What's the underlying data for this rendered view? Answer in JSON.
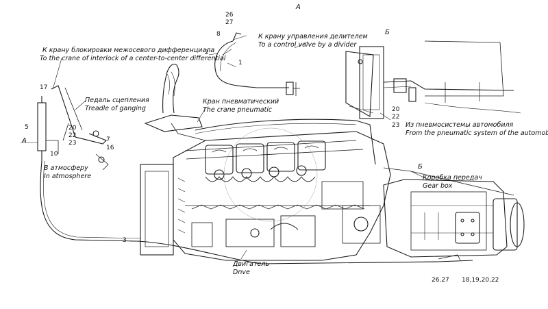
{
  "callouts": {
    "interlock_ru": "К крану блокировки межосевого дифференциала",
    "interlock_en": "To the crane of interlock of a center-to-center differential",
    "divider_ru": "К крану управления делителем",
    "divider_en": "To a control valve by a divider",
    "pedal_ru": "Педаль сцепления",
    "pedal_en": "Treadle of ganging",
    "crane_ru": "Кран пневматический",
    "crane_en": "The crane pneumatic",
    "atmos_ru": "В атмосферу",
    "atmos_en": "In atmosphere",
    "pneum_ru": "Из пневмосистемы автомобиля",
    "pneum_en": "From the pneumatic system of the automobile",
    "gearbox_ru": "Коробка передач",
    "gearbox_en": "Gear box",
    "engine_ru": "Двигатель",
    "engine_en": "Dnve"
  },
  "views": {
    "a_top": "А",
    "b_top": "Б",
    "a_left": "А",
    "b_right": "Б"
  },
  "numbers": {
    "n26": "26",
    "n27": "27",
    "n8": "8",
    "n2": "2",
    "n1": "1",
    "n17": "17",
    "n5": "5",
    "n10": "10",
    "n20a": "20",
    "n22a": "22",
    "n23a": "23",
    "n7": "7",
    "n16": "16",
    "n20b": "20",
    "n22b": "22",
    "n23b": "23",
    "n3": "3",
    "bottom_a": "26.27",
    "bottom_b": "18,19,20,22"
  }
}
